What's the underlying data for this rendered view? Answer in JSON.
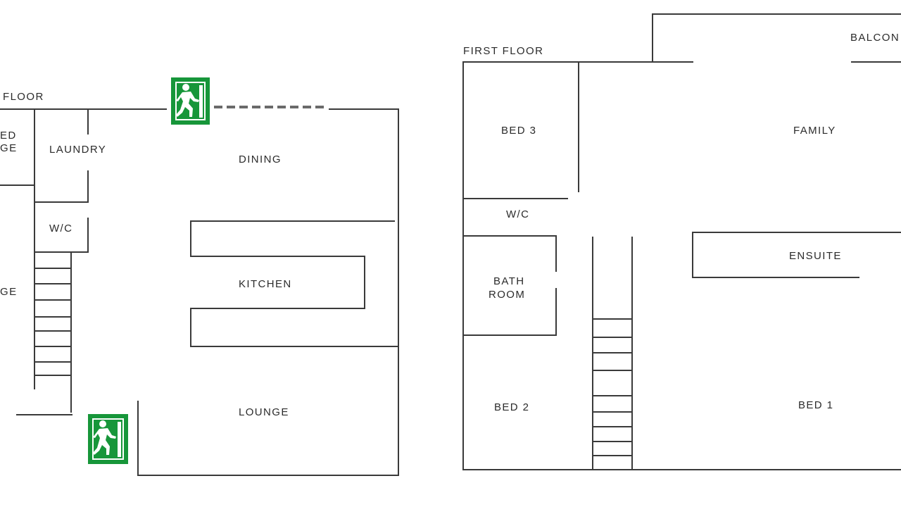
{
  "ground_floor": {
    "title": "FLOOR",
    "rooms": {
      "bed_garage_line1": "ED",
      "bed_garage_line2": "GE",
      "laundry": "LAUNDRY",
      "wc": "W/C",
      "garage_partial": "GE",
      "dining": "DINING",
      "kitchen": "KITCHEN",
      "lounge": "LOUNGE"
    }
  },
  "first_floor": {
    "title": "FIRST FLOOR",
    "rooms": {
      "bed3": "BED 3",
      "wc": "W/C",
      "bath_line1": "BATH",
      "bath_line2": "ROOM",
      "bed2": "BED 2",
      "family": "FAMILY",
      "balcony": "BALCON",
      "ensuite": "ENSUITE",
      "bed1": "BED 1"
    }
  },
  "colors": {
    "exit_sign": "#17963a",
    "walls": "#3a3a3a"
  },
  "icons": {
    "exit": "emergency-exit-icon"
  }
}
